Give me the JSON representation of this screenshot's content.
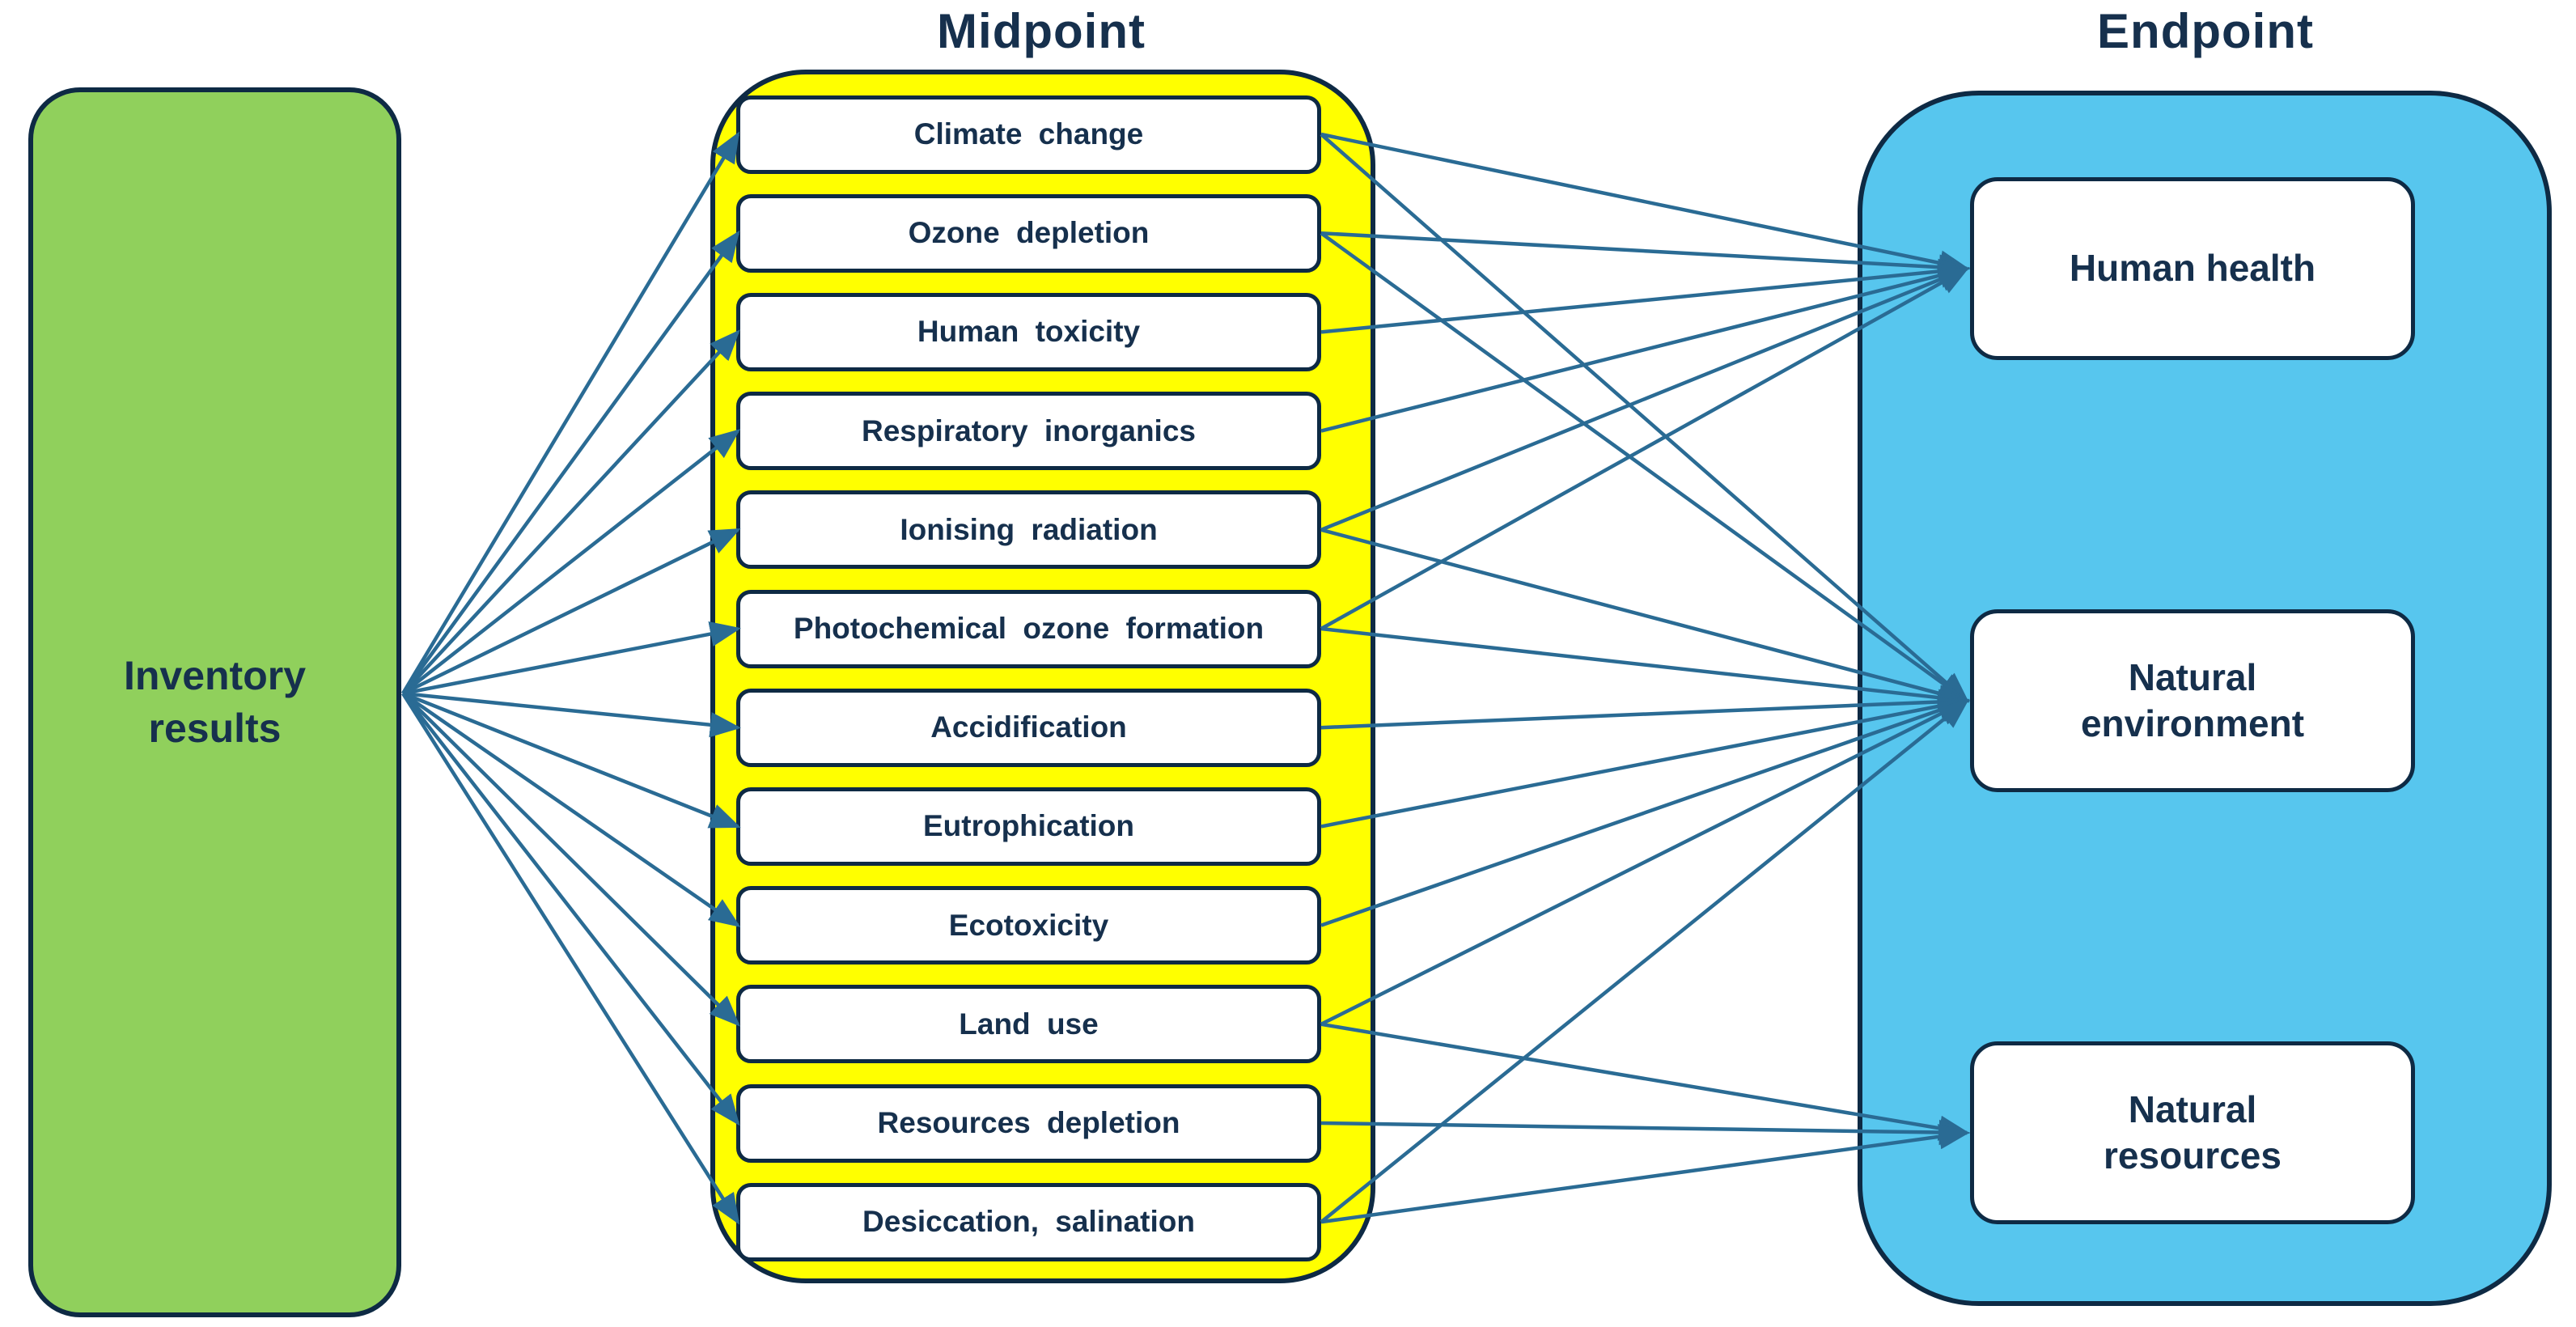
{
  "titles": {
    "midpoint": "Midpoint",
    "endpoint": "Endpoint"
  },
  "inventory": {
    "label": "Inventory results"
  },
  "midpoint_items": [
    {
      "id": "climate-change",
      "label": "Climate change"
    },
    {
      "id": "ozone-depletion",
      "label": "Ozone depletion"
    },
    {
      "id": "human-toxicity",
      "label": "Human toxicity"
    },
    {
      "id": "respiratory-inorganics",
      "label": "Respiratory inorganics"
    },
    {
      "id": "ionising-radiation",
      "label": "Ionising radiation"
    },
    {
      "id": "photochemical-ozone-formation",
      "label": "Photochemical ozone formation"
    },
    {
      "id": "accidification",
      "label": "Accidification"
    },
    {
      "id": "eutrophication",
      "label": "Eutrophication"
    },
    {
      "id": "ecotoxicity",
      "label": "Ecotoxicity"
    },
    {
      "id": "land-use",
      "label": "Land use"
    },
    {
      "id": "resources-depletion",
      "label": "Resources depletion"
    },
    {
      "id": "desiccation-salination",
      "label": "Desiccation, salination"
    }
  ],
  "endpoint_items": [
    {
      "id": "human-health",
      "label": "Human health"
    },
    {
      "id": "natural-environment",
      "label": "Natural environment"
    },
    {
      "id": "natural-resources",
      "label": "Natural resources"
    }
  ],
  "connections": {
    "inventory_to_midpoint": [
      "climate-change",
      "ozone-depletion",
      "human-toxicity",
      "respiratory-inorganics",
      "ionising-radiation",
      "photochemical-ozone-formation",
      "accidification",
      "eutrophication",
      "ecotoxicity",
      "land-use",
      "resources-depletion",
      "desiccation-salination"
    ],
    "midpoint_to_endpoint": [
      {
        "from": "climate-change",
        "to": [
          "human-health",
          "natural-environment"
        ]
      },
      {
        "from": "ozone-depletion",
        "to": [
          "human-health",
          "natural-environment"
        ]
      },
      {
        "from": "human-toxicity",
        "to": [
          "human-health"
        ]
      },
      {
        "from": "respiratory-inorganics",
        "to": [
          "human-health"
        ]
      },
      {
        "from": "ionising-radiation",
        "to": [
          "human-health",
          "natural-environment"
        ]
      },
      {
        "from": "photochemical-ozone-formation",
        "to": [
          "human-health",
          "natural-environment"
        ]
      },
      {
        "from": "accidification",
        "to": [
          "natural-environment"
        ]
      },
      {
        "from": "eutrophication",
        "to": [
          "natural-environment"
        ]
      },
      {
        "from": "ecotoxicity",
        "to": [
          "natural-environment"
        ]
      },
      {
        "from": "land-use",
        "to": [
          "natural-environment",
          "natural-resources"
        ]
      },
      {
        "from": "resources-depletion",
        "to": [
          "natural-resources"
        ]
      },
      {
        "from": "desiccation-salination",
        "to": [
          "natural-environment",
          "natural-resources"
        ]
      }
    ]
  },
  "colors": {
    "inventory_fill": "#90D05C",
    "midpoint_fill": "#FFFF00",
    "endpoint_fill": "#57C6EE",
    "node_fill": "#FFFFFF",
    "border": "#0E2A44",
    "text": "#16304D",
    "arrow": "#2A6B94"
  }
}
